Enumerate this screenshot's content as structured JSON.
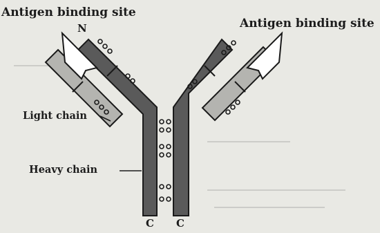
{
  "labels": {
    "antigen_left": "Antigen binding site",
    "antigen_right": "Antigen binding site",
    "n_terminal": "N",
    "light_chain": "Light chain",
    "heavy_chain": "Heavy chain",
    "c_terminal_left": "C",
    "c_terminal_right": "C"
  },
  "colors": {
    "background": "#e9e9e4",
    "heavy_chain": "#5a5a5a",
    "light_chain": "#b4b4b0",
    "outline": "#1a1a1a",
    "text": "#1c1c1c"
  }
}
